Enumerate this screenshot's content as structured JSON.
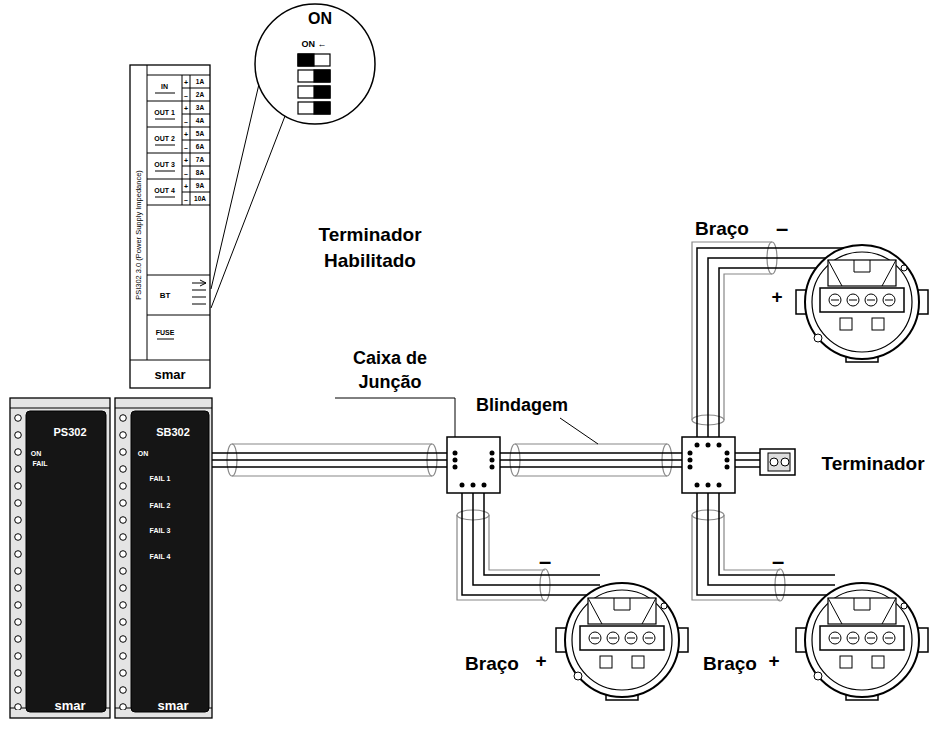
{
  "diagram": {
    "nodes": [
      {
        "text": [
          "PSI302 3.0 (Power Supply Impedance)",
          "IN",
          "+",
          "–",
          "1A",
          "2A",
          "OUT 1",
          "+",
          "–",
          "3A",
          "4A",
          "OUT 2",
          "+",
          "–",
          "5A",
          "6A",
          "OUT 3",
          "+",
          "–",
          "7A",
          "8A",
          "OUT 4",
          "+",
          "–",
          "9A",
          "10A",
          "BT",
          "FUSE",
          "smar"
        ]
      },
      {
        "text": [
          "ON",
          "ON ←"
        ]
      },
      {
        "text": [
          "PS302",
          "ON",
          "FAIL",
          "smar"
        ]
      },
      {
        "text": [
          "SB302",
          "ON",
          "FAIL 1",
          "FAIL 2",
          "FAIL 3",
          "FAIL 4",
          "smar"
        ]
      }
    ],
    "labels": [
      "Terminador Habilitado",
      "Caixa de Junção",
      "Blindagem",
      "Braço",
      "–",
      "+",
      "Terminador",
      "–",
      "Braço",
      "+",
      "–",
      "Braço",
      "+"
    ]
  }
}
